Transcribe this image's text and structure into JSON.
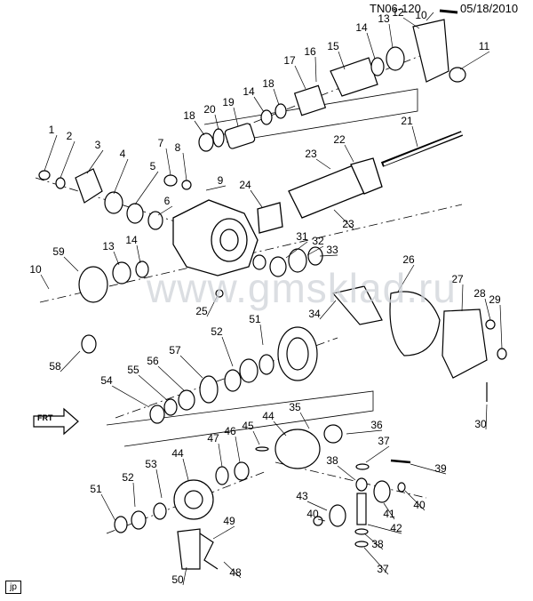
{
  "header": {
    "diagram_code": "TN06-120",
    "date": "05/18/2010"
  },
  "watermark": "www.gmsklad.ru",
  "corner_tag": "jp",
  "front_arrow_label": "FRT",
  "callouts": [
    {
      "label": "1"
    },
    {
      "label": "2"
    },
    {
      "label": "3"
    },
    {
      "label": "4"
    },
    {
      "label": "5"
    },
    {
      "label": "6"
    },
    {
      "label": "7"
    },
    {
      "label": "8"
    },
    {
      "label": "9"
    },
    {
      "label": "10"
    },
    {
      "label": "10"
    },
    {
      "label": "11"
    },
    {
      "label": "12"
    },
    {
      "label": "13"
    },
    {
      "label": "13"
    },
    {
      "label": "14"
    },
    {
      "label": "14"
    },
    {
      "label": "14"
    },
    {
      "label": "15"
    },
    {
      "label": "16"
    },
    {
      "label": "17"
    },
    {
      "label": "18"
    },
    {
      "label": "18"
    },
    {
      "label": "19"
    },
    {
      "label": "20"
    },
    {
      "label": "21"
    },
    {
      "label": "22"
    },
    {
      "label": "23"
    },
    {
      "label": "23"
    },
    {
      "label": "24"
    },
    {
      "label": "25"
    },
    {
      "label": "26"
    },
    {
      "label": "27"
    },
    {
      "label": "28"
    },
    {
      "label": "29"
    },
    {
      "label": "30"
    },
    {
      "label": "31"
    },
    {
      "label": "32"
    },
    {
      "label": "33"
    },
    {
      "label": "34"
    },
    {
      "label": "35"
    },
    {
      "label": "36"
    },
    {
      "label": "37"
    },
    {
      "label": "37"
    },
    {
      "label": "38"
    },
    {
      "label": "38"
    },
    {
      "label": "39"
    },
    {
      "label": "40"
    },
    {
      "label": "40"
    },
    {
      "label": "41"
    },
    {
      "label": "42"
    },
    {
      "label": "43"
    },
    {
      "label": "44"
    },
    {
      "label": "44"
    },
    {
      "label": "45"
    },
    {
      "label": "46"
    },
    {
      "label": "47"
    },
    {
      "label": "48"
    },
    {
      "label": "49"
    },
    {
      "label": "50"
    },
    {
      "label": "51"
    },
    {
      "label": "51"
    },
    {
      "label": "52"
    },
    {
      "label": "52"
    },
    {
      "label": "53"
    },
    {
      "label": "54"
    },
    {
      "label": "55"
    },
    {
      "label": "56"
    },
    {
      "label": "57"
    },
    {
      "label": "58"
    },
    {
      "label": "59"
    }
  ]
}
